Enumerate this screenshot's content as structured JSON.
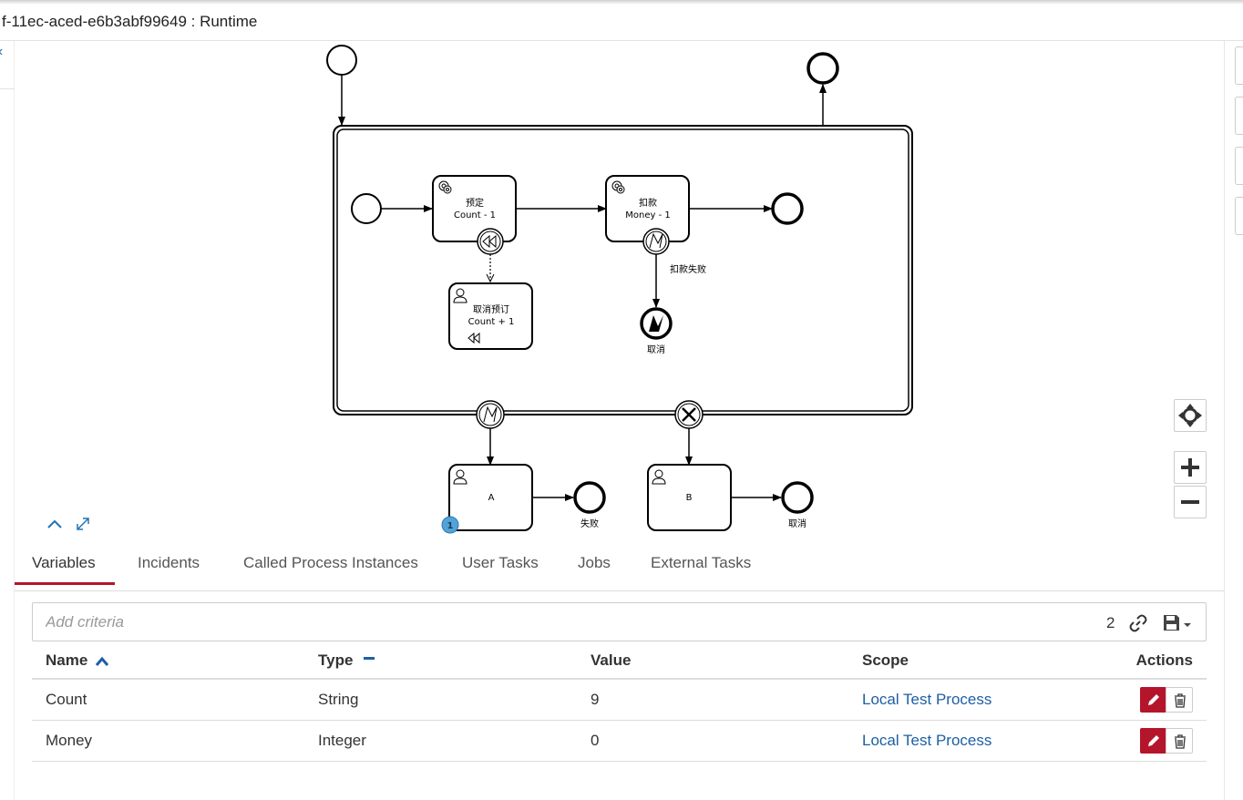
{
  "header": {
    "title": "f-11ec-aced-e6b3abf99649 : Runtime"
  },
  "diagram": {
    "task_booking": {
      "name": "预定",
      "expr": "Count - 1"
    },
    "task_debit": {
      "name": "扣款",
      "expr": "Money - 1"
    },
    "task_cancel_booking": {
      "name": "取消预订",
      "expr": "Count + 1"
    },
    "flow_debit_failed": "扣款失败",
    "end_cancel_label": "取消",
    "task_a": {
      "name": "A"
    },
    "task_b": {
      "name": "B"
    },
    "end_fail_label": "失败",
    "end_cancelled_label": "取消",
    "token_count": "1"
  },
  "tabs": [
    {
      "label": "Variables"
    },
    {
      "label": "Incidents"
    },
    {
      "label": "Called Process Instances"
    },
    {
      "label": "User Tasks"
    },
    {
      "label": "Jobs"
    },
    {
      "label": "External Tasks"
    }
  ],
  "search": {
    "placeholder": "Add criteria",
    "result_count": "2"
  },
  "table": {
    "headers": {
      "name": "Name",
      "type": "Type",
      "value": "Value",
      "scope": "Scope",
      "actions": "Actions"
    },
    "rows": [
      {
        "name": "Count",
        "type": "String",
        "value": "9",
        "scope": "Local Test Process"
      },
      {
        "name": "Money",
        "type": "Integer",
        "value": "0",
        "scope": "Local Test Process"
      }
    ]
  },
  "colors": {
    "accent": "#b5152b",
    "link": "#1c5fa5",
    "token": "#52a3d8"
  }
}
